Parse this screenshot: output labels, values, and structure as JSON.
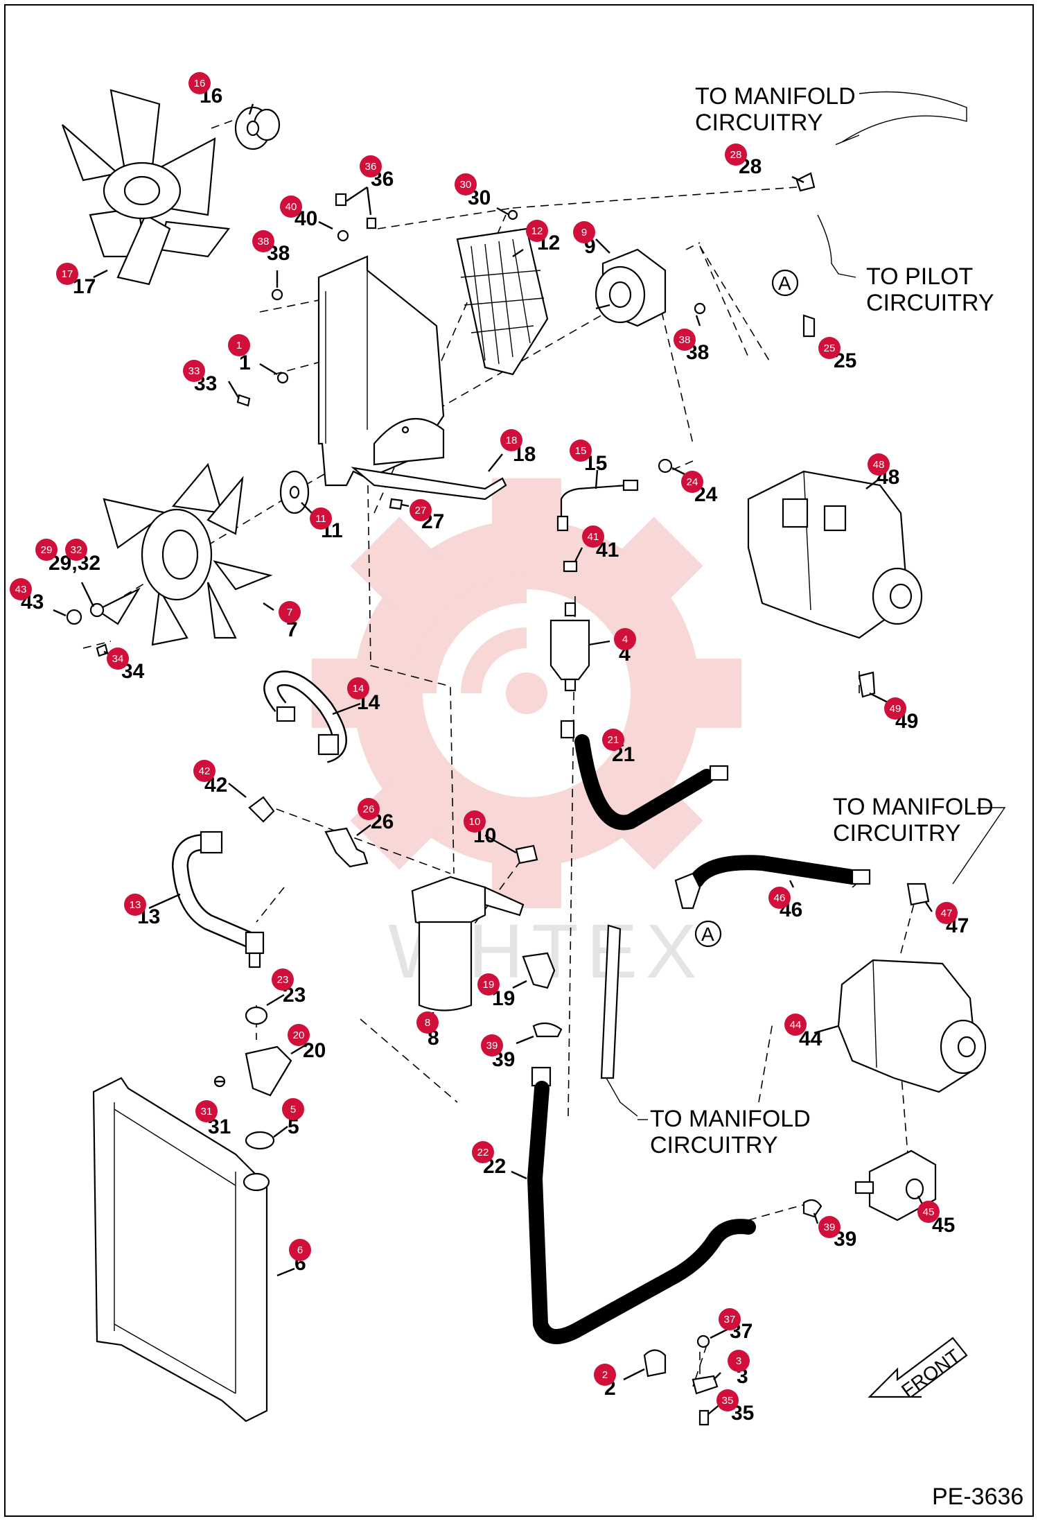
{
  "callouts": {
    "to_manifold_top_1": "TO MANIFOLD",
    "to_manifold_top_2": "CIRCUITRY",
    "to_pilot_1": "TO PILOT",
    "to_pilot_2": "CIRCUITRY",
    "to_manifold_right_1": "TO MANIFOLD",
    "to_manifold_right_2": "CIRCUITRY",
    "to_manifold_bottom_1": "TO MANIFOLD",
    "to_manifold_bottom_2": "CIRCUITRY",
    "ref_a": "A",
    "front": "FRONT"
  },
  "watermark": "WHTEX",
  "drawing_number": "PE-3636",
  "parts": [
    {
      "id": "p1",
      "label": "1",
      "badge": "1"
    },
    {
      "id": "p2",
      "label": "2",
      "badge": "2"
    },
    {
      "id": "p3",
      "label": "3",
      "badge": "3"
    },
    {
      "id": "p4",
      "label": "4",
      "badge": "4"
    },
    {
      "id": "p5",
      "label": "5",
      "badge": "5"
    },
    {
      "id": "p6",
      "label": "6",
      "badge": "6"
    },
    {
      "id": "p7",
      "label": "7",
      "badge": "7"
    },
    {
      "id": "p8",
      "label": "8",
      "badge": "8"
    },
    {
      "id": "p9",
      "label": "9",
      "badge": "9"
    },
    {
      "id": "p10",
      "label": "10",
      "badge": "10"
    },
    {
      "id": "p11",
      "label": "11",
      "badge": "11"
    },
    {
      "id": "p12",
      "label": "12",
      "badge": "12"
    },
    {
      "id": "p13",
      "label": "13",
      "badge": "13"
    },
    {
      "id": "p14",
      "label": "14",
      "badge": "14"
    },
    {
      "id": "p15",
      "label": "15",
      "badge": "15"
    },
    {
      "id": "p16",
      "label": "16",
      "badge": "16"
    },
    {
      "id": "p17",
      "label": "17",
      "badge": "17"
    },
    {
      "id": "p18",
      "label": "18",
      "badge": "18"
    },
    {
      "id": "p19",
      "label": "19",
      "badge": "19"
    },
    {
      "id": "p20",
      "label": "20",
      "badge": "20"
    },
    {
      "id": "p21",
      "label": "21",
      "badge": "21"
    },
    {
      "id": "p22",
      "label": "22",
      "badge": "22"
    },
    {
      "id": "p23",
      "label": "23",
      "badge": "23"
    },
    {
      "id": "p24",
      "label": "24",
      "badge": "24"
    },
    {
      "id": "p25",
      "label": "25",
      "badge": "25"
    },
    {
      "id": "p26",
      "label": "26",
      "badge": "26"
    },
    {
      "id": "p27",
      "label": "27",
      "badge": "27"
    },
    {
      "id": "p28",
      "label": "28",
      "badge": "28"
    },
    {
      "id": "p29-32",
      "label": "29,32",
      "badge": "29"
    },
    {
      "id": "p32",
      "label": "",
      "badge": "32"
    },
    {
      "id": "p30",
      "label": "30",
      "badge": "30"
    },
    {
      "id": "p31",
      "label": "31",
      "badge": "31"
    },
    {
      "id": "p33",
      "label": "33",
      "badge": "33"
    },
    {
      "id": "p34",
      "label": "34",
      "badge": "34"
    },
    {
      "id": "p35",
      "label": "35",
      "badge": "35"
    },
    {
      "id": "p36",
      "label": "36",
      "badge": "36"
    },
    {
      "id": "p37",
      "label": "37",
      "badge": "37"
    },
    {
      "id": "p38a",
      "label": "38",
      "badge": "38"
    },
    {
      "id": "p38b",
      "label": "38",
      "badge": "38"
    },
    {
      "id": "p39a",
      "label": "39",
      "badge": "39"
    },
    {
      "id": "p39b",
      "label": "39",
      "badge": "39"
    },
    {
      "id": "p40",
      "label": "40",
      "badge": "40"
    },
    {
      "id": "p41",
      "label": "41",
      "badge": "41"
    },
    {
      "id": "p42",
      "label": "42",
      "badge": "42"
    },
    {
      "id": "p43",
      "label": "43",
      "badge": "43"
    },
    {
      "id": "p44",
      "label": "44",
      "badge": "44"
    },
    {
      "id": "p45",
      "label": "45",
      "badge": "45"
    },
    {
      "id": "p46",
      "label": "46",
      "badge": "46"
    },
    {
      "id": "p47",
      "label": "47",
      "badge": "47"
    },
    {
      "id": "p48",
      "label": "48",
      "badge": "48"
    },
    {
      "id": "p49",
      "label": "49",
      "badge": "49"
    }
  ],
  "colors": {
    "badge": "#d0103a",
    "watermark": "#f4b7b7",
    "line": "#000000"
  }
}
